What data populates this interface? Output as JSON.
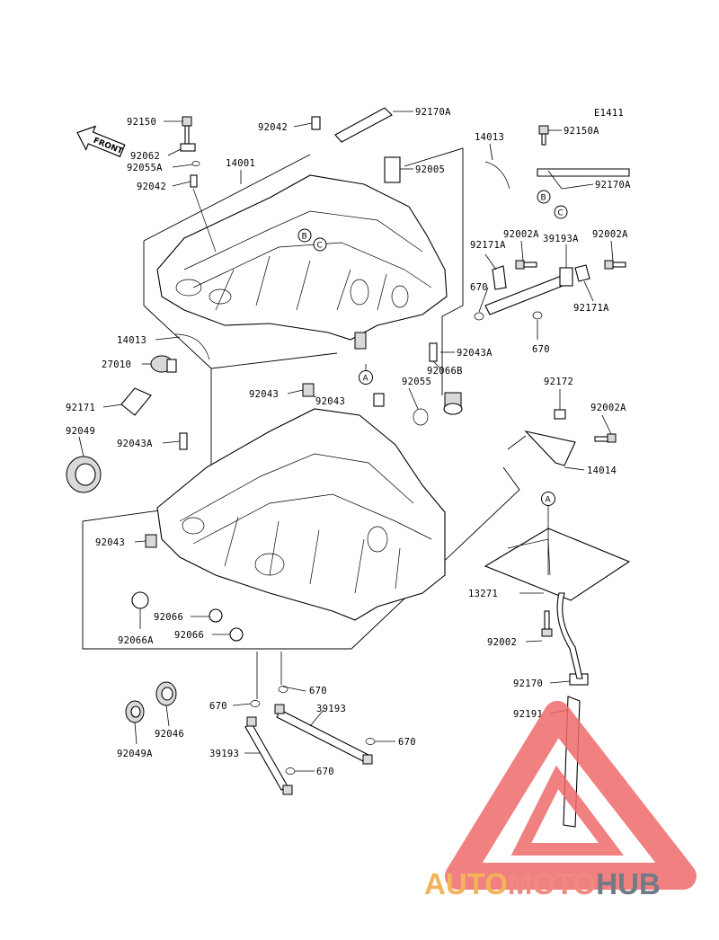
{
  "diagram_code": "E1411",
  "front_arrow_label": "FRONT",
  "callouts": [
    "A",
    "B",
    "C"
  ],
  "part_labels": [
    "92150",
    "92042",
    "92170A",
    "92062",
    "92055A",
    "14001",
    "92042",
    "92005",
    "14013",
    "92150A",
    "92170A",
    "92002A",
    "92171A",
    "39193A",
    "92002A",
    "670",
    "92171A",
    "670",
    "14013",
    "27010",
    "92043A",
    "92066B",
    "92171",
    "92043",
    "92043",
    "92055",
    "92172",
    "92002A",
    "92049",
    "92043A",
    "14014",
    "92043",
    "13271",
    "92066",
    "92066A",
    "92066",
    "92002",
    "92170",
    "670",
    "670",
    "39193",
    "92049A",
    "92046",
    "92191",
    "670",
    "39193",
    "670"
  ],
  "watermark": {
    "part1": "AUTO",
    "part2": "MOTO",
    "part3": "HUB",
    "colors": {
      "auto": "#f3b35a",
      "moto": "#f08a80",
      "hub": "#6f7b86",
      "triangle": "#ef6b6b"
    }
  }
}
